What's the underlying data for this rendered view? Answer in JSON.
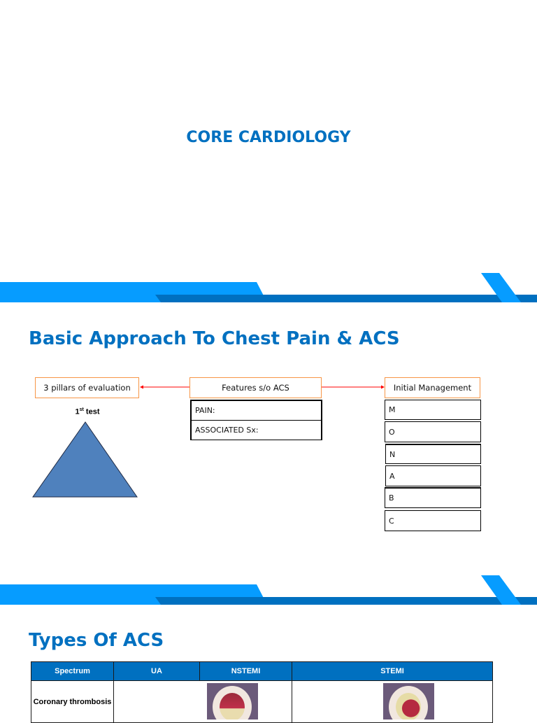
{
  "slide1": {
    "title": "CORE CARDIOLOGY"
  },
  "slide2": {
    "title": "Basic Approach To Chest Pain & ACS",
    "pillars_label": "3 pillars of evaluation",
    "first_test_base": "1",
    "first_test_sup": "st",
    "first_test_rest": " test",
    "features_label": "Features s/o ACS",
    "features_rows": [
      "PAIN:",
      "ASSOCIATED Sx:"
    ],
    "management_label": "Initial Management",
    "management_rows": [
      "M",
      "O",
      "N",
      "A",
      "B",
      "C"
    ]
  },
  "slide3": {
    "title": "Types Of ACS",
    "table": {
      "headers": [
        "Spectrum",
        "UA",
        "NSTEMI",
        "STEMI"
      ],
      "rows": [
        {
          "label": "Coronary thrombosis"
        }
      ]
    }
  },
  "colors": {
    "accent": "#0070c0",
    "band_light": "#069cff",
    "box_border": "#f79646",
    "arrow": "#ff0000",
    "triangle": "#4f81bd"
  }
}
